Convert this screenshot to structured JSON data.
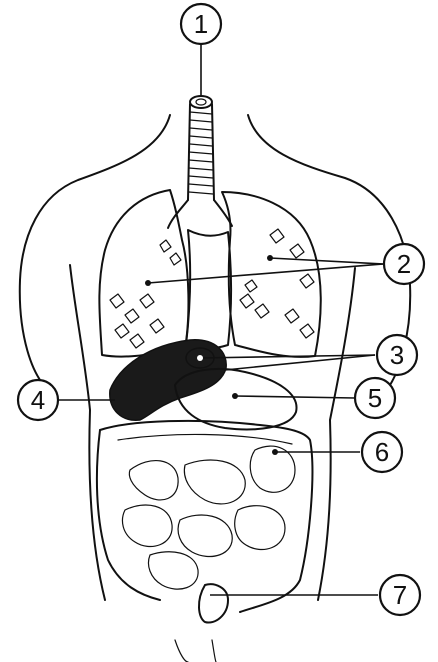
{
  "diagram": {
    "labels": [
      {
        "id": "1",
        "text": "1"
      },
      {
        "id": "2",
        "text": "2"
      },
      {
        "id": "3",
        "text": "3"
      },
      {
        "id": "4",
        "text": "4"
      },
      {
        "id": "5",
        "text": "5"
      },
      {
        "id": "6",
        "text": "6"
      },
      {
        "id": "7",
        "text": "7"
      }
    ],
    "ink_color": "#111111",
    "background": "#ffffff"
  }
}
